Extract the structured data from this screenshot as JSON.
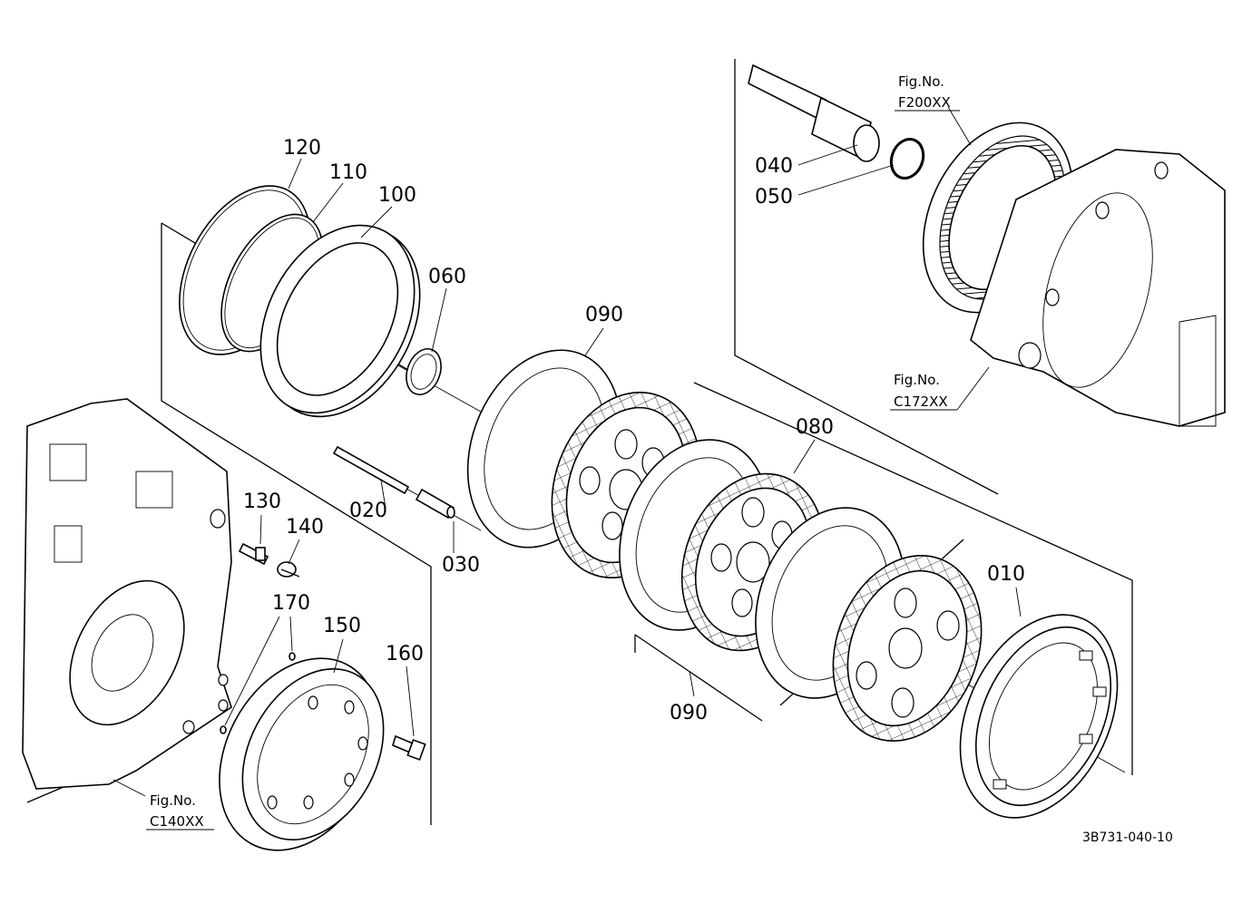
{
  "callouts": {
    "p010": "010",
    "p020": "020",
    "p030": "030",
    "p040": "040",
    "p050": "050",
    "p060": "060",
    "p080": "080",
    "p090_top": "090",
    "p090_bottom": "090",
    "p100": "100",
    "p110": "110",
    "p120": "120",
    "p130": "130",
    "p140": "140",
    "p150": "150",
    "p160": "160",
    "p170": "170"
  },
  "fig_refs": {
    "f200": {
      "label": "Fig.No.",
      "code": "F200XX"
    },
    "c172": {
      "label": "Fig.No.",
      "code": "C172XX"
    },
    "c140": {
      "label": "Fig.No.",
      "code": "C140XX"
    }
  },
  "doc_id": "3B731-040-10"
}
